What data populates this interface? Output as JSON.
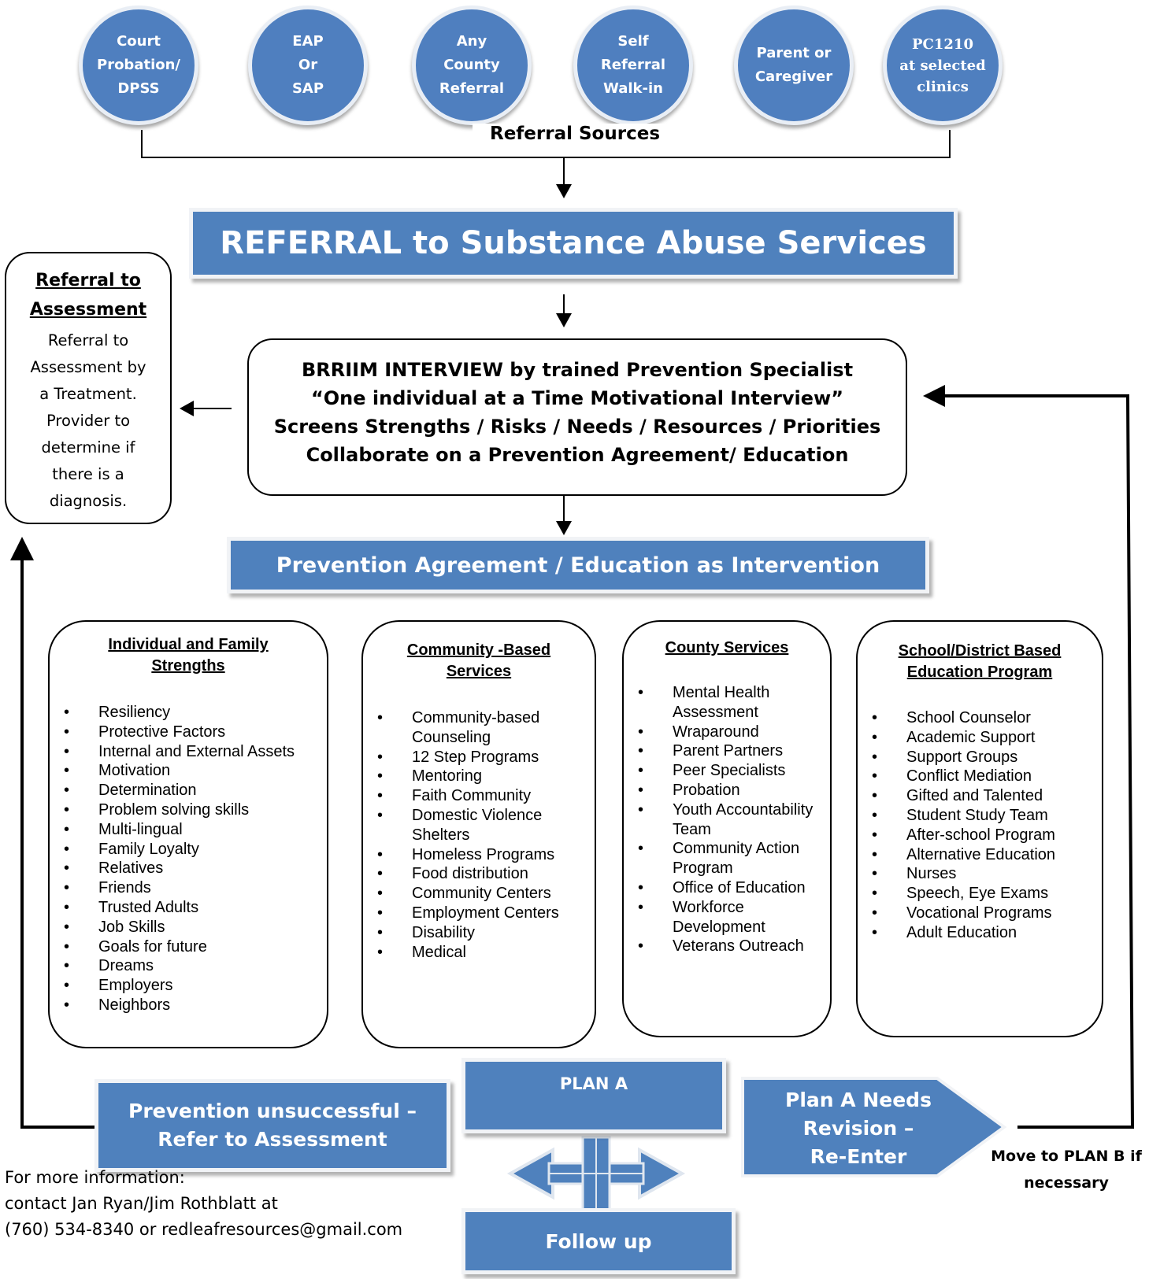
{
  "referral_sources": {
    "items": [
      {
        "label": "Court\nProbation/\nDPSS"
      },
      {
        "label": "EAP\nOr\nSAP"
      },
      {
        "label": "Any\nCounty\nReferral"
      },
      {
        "label": "Self\nReferral\nWalk-in"
      },
      {
        "label": "Parent or\nCaregiver"
      },
      {
        "label": "PC1210\nat selected\nclinics"
      }
    ],
    "caption": "Referral Sources"
  },
  "main_banner": "REFERRAL to Substance Abuse Services",
  "assessment_box": {
    "title_line1": "Referral to",
    "title_line2": "Assessment",
    "body": "Referral to\nAssessment by\na Treatment.\nProvider to\ndetermine if\nthere is a\ndiagnosis."
  },
  "interview_box": {
    "line1": "BRRIIM INTERVIEW by trained Prevention Specialist",
    "line2": "“One individual at a Time Motivational Interview”",
    "line3": "Screens Strengths / Risks / Needs / Resources / Priorities",
    "line4": "Collaborate on a Prevention Agreement/ Education"
  },
  "prevention_banner": "Prevention Agreement / Education as Intervention",
  "columns": [
    {
      "title": "Individual and Family Strengths",
      "items": [
        "Resiliency",
        "Protective Factors",
        "Internal and External Assets",
        "Motivation",
        "Determination",
        "Problem solving skills",
        "Multi-lingual",
        "Family Loyalty",
        "Relatives",
        "Friends",
        "Trusted Adults",
        "Job Skills",
        "Goals for future",
        "Dreams",
        "Employers",
        "Neighbors"
      ]
    },
    {
      "title": "Community -Based Services",
      "items": [
        "Community-based Counseling",
        "12 Step Programs",
        "Mentoring",
        "Faith Community",
        "Domestic Violence Shelters",
        "Homeless Programs",
        "Food distribution",
        "Community Centers",
        "Employment Centers",
        "Disability",
        "Medical"
      ]
    },
    {
      "title": "County Services",
      "items": [
        "Mental Health Assessment",
        "Wraparound",
        "Parent Partners",
        "Peer Specialists",
        "Probation",
        "Youth Accountability Team",
        "Community Action Program",
        "Office of Education",
        "Workforce Development",
        "Veterans Outreach"
      ]
    },
    {
      "title": "School/District  Based Education Program",
      "items": [
        "School Counselor",
        "Academic Support",
        "Support Groups",
        "Conflict Mediation",
        "Gifted and Talented",
        "Student Study Team",
        "After-school Program",
        "Alternative Education",
        "Nurses",
        "Speech, Eye Exams",
        "Vocational Programs",
        " Adult Education"
      ]
    }
  ],
  "bottom": {
    "unsuccessful": "Prevention unsuccessful –\nRefer to Assessment",
    "plan_a": "PLAN A",
    "follow_up": "Follow up",
    "revision": "Plan A Needs\nRevision –\nRe-Enter",
    "plan_b": "Move to PLAN B if\nnecessary",
    "contact_line1": "For more information:",
    "contact_line2": "contact Jan Ryan/Jim Rothblatt at",
    "contact_line3": "(760) 534-8340 or redleafresources@gmail.com"
  },
  "colors": {
    "primary_blue": "#4f81bd",
    "circle_blue": "#4f7fbf",
    "border_light": "#f1f3f6",
    "line": "#000000"
  }
}
